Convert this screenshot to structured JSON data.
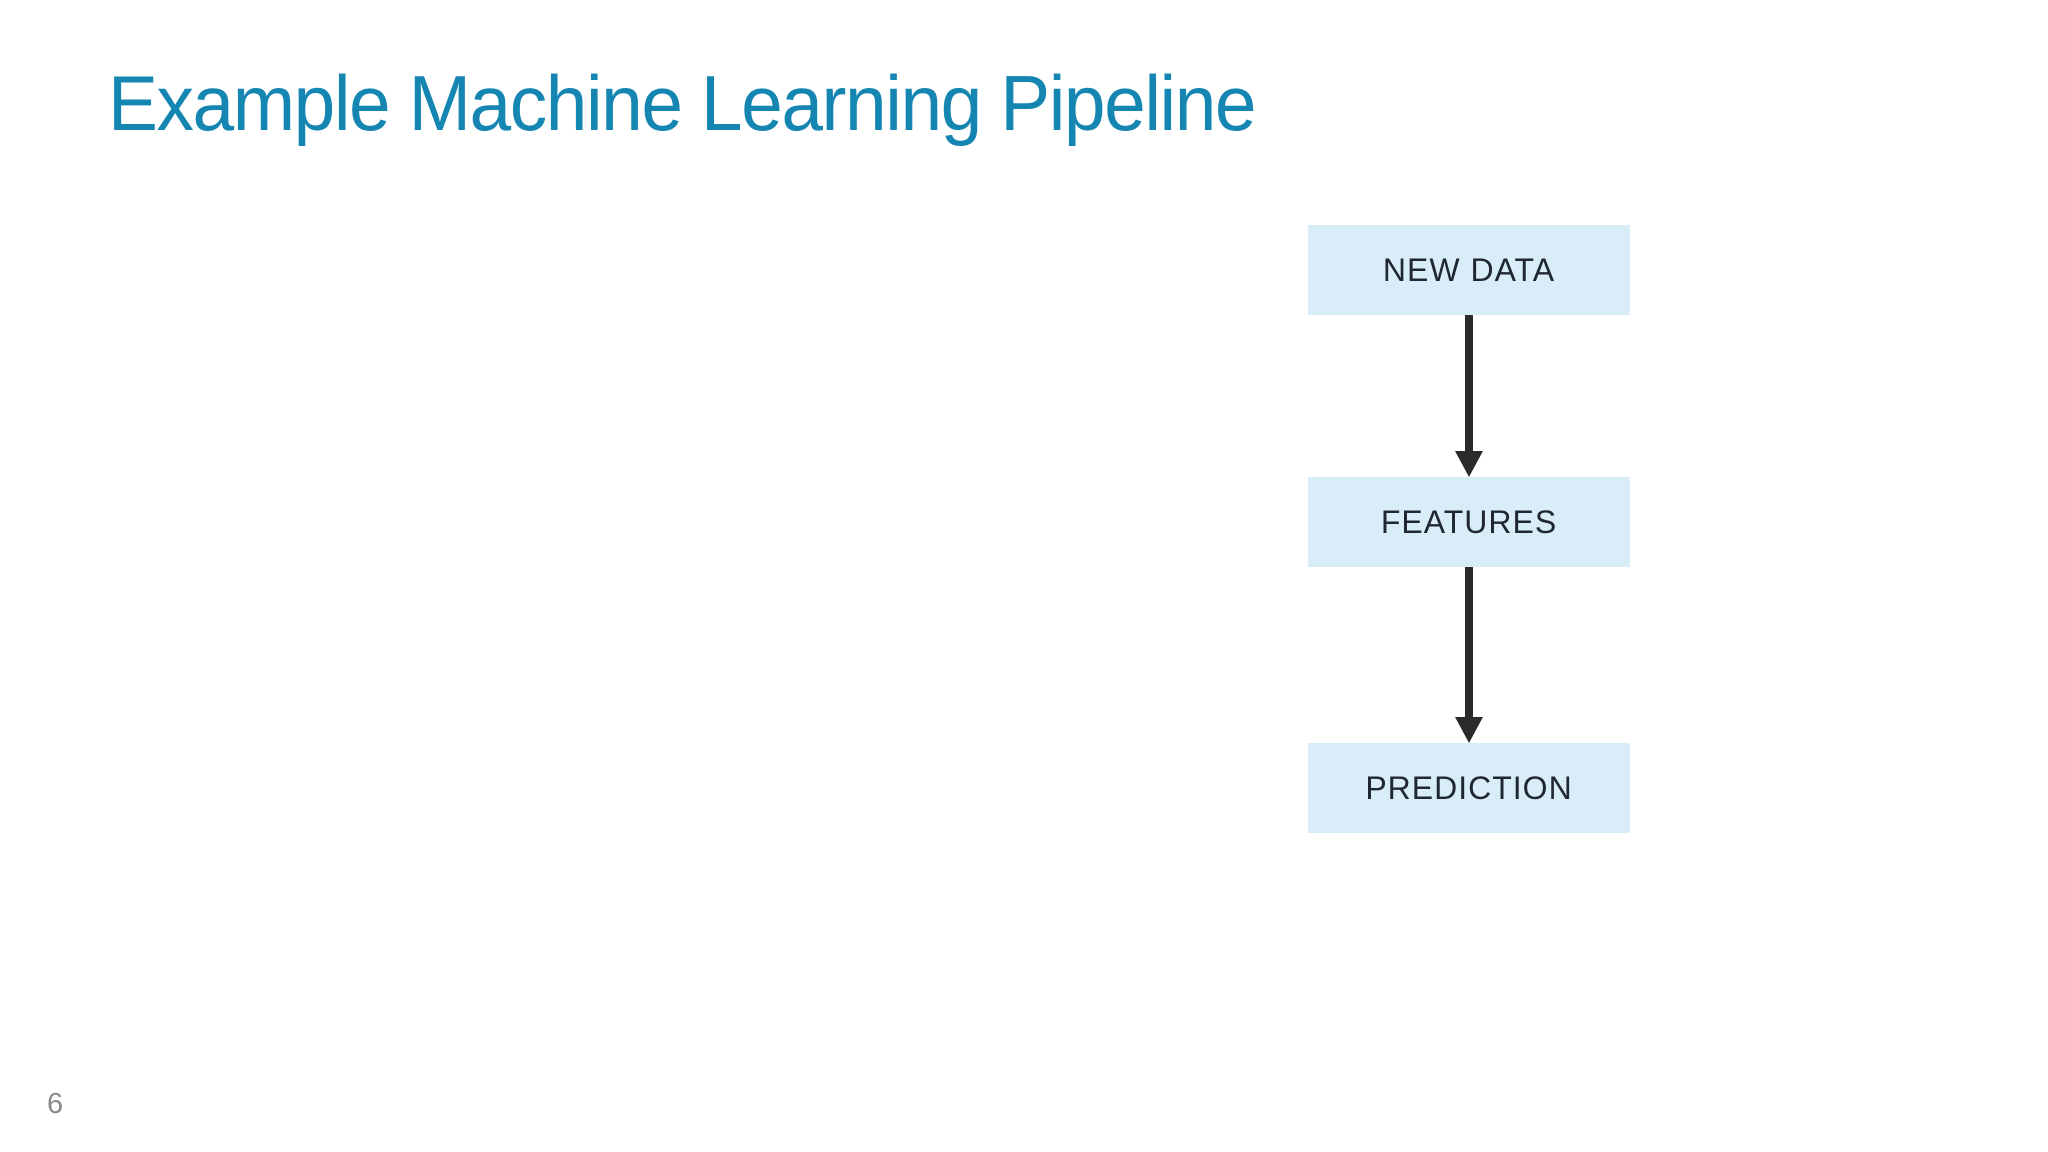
{
  "slide": {
    "title": "Example Machine Learning Pipeline",
    "page_number": "6"
  },
  "pipeline": {
    "nodes": [
      {
        "label": "NEW DATA"
      },
      {
        "label": "FEATURES"
      },
      {
        "label": "PREDICTION"
      }
    ],
    "connectors": [
      {
        "from": "NEW DATA",
        "to": "FEATURES",
        "icon": "arrow-down-icon"
      },
      {
        "from": "FEATURES",
        "to": "PREDICTION",
        "icon": "arrow-down-icon"
      }
    ]
  },
  "colors": {
    "background": "#ffffff",
    "title_text": "#1586b2",
    "node_fill": "#d9edf8",
    "node_text": "#1f2733",
    "arrow": "#2b2b2b",
    "page_number_text": "#8a8a8a"
  }
}
